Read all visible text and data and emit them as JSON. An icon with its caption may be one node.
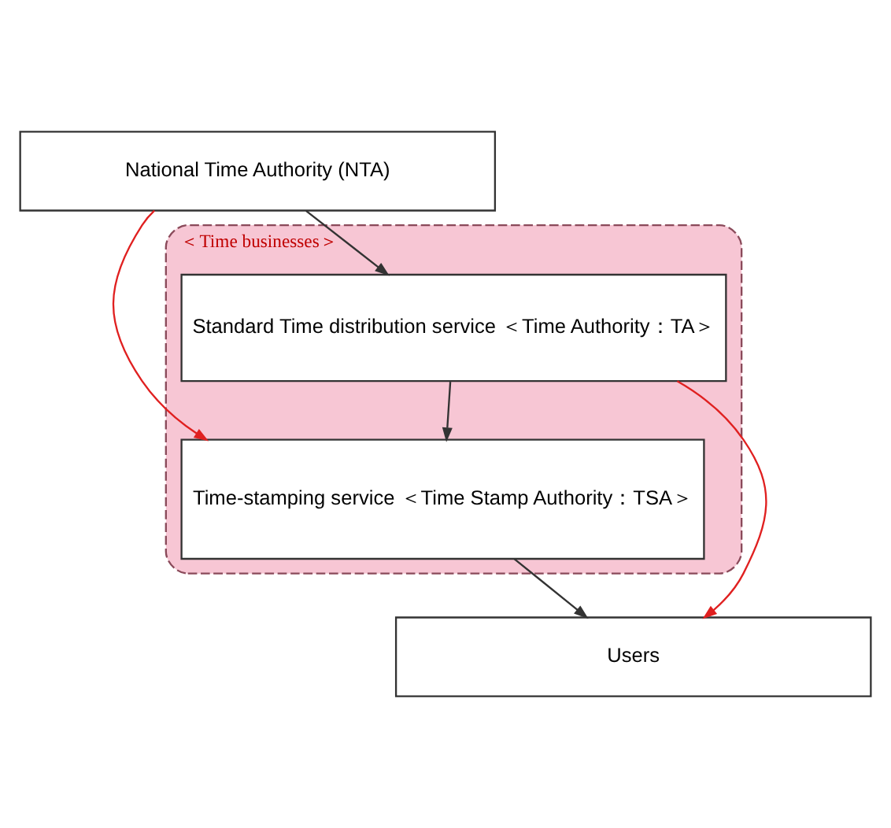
{
  "diagram": {
    "nodes": [
      {
        "text": [
          "National Time Authority (NTA)"
        ]
      },
      {
        "text": [
          "＜Time businesses＞"
        ]
      },
      {
        "text": [
          "Standard Time distribution service ＜Time Authority：TA＞"
        ],
        "in": 1
      },
      {
        "text": [
          "Time-stamping service ＜Time Stamp Authority：TSA＞"
        ],
        "in": 1
      },
      {
        "text": [
          "Users"
        ]
      }
    ],
    "edges": [
      {
        "from": 0,
        "to": 2,
        "arrow": "to"
      },
      {
        "from": 0,
        "to": 3,
        "arrow": "to",
        "color": "#e02020"
      },
      {
        "from": 2,
        "to": 3,
        "arrow": "to"
      },
      {
        "from": 2,
        "to": 4,
        "arrow": "to",
        "color": "#e02020"
      },
      {
        "from": 3,
        "to": 4,
        "arrow": "to"
      }
    ]
  }
}
